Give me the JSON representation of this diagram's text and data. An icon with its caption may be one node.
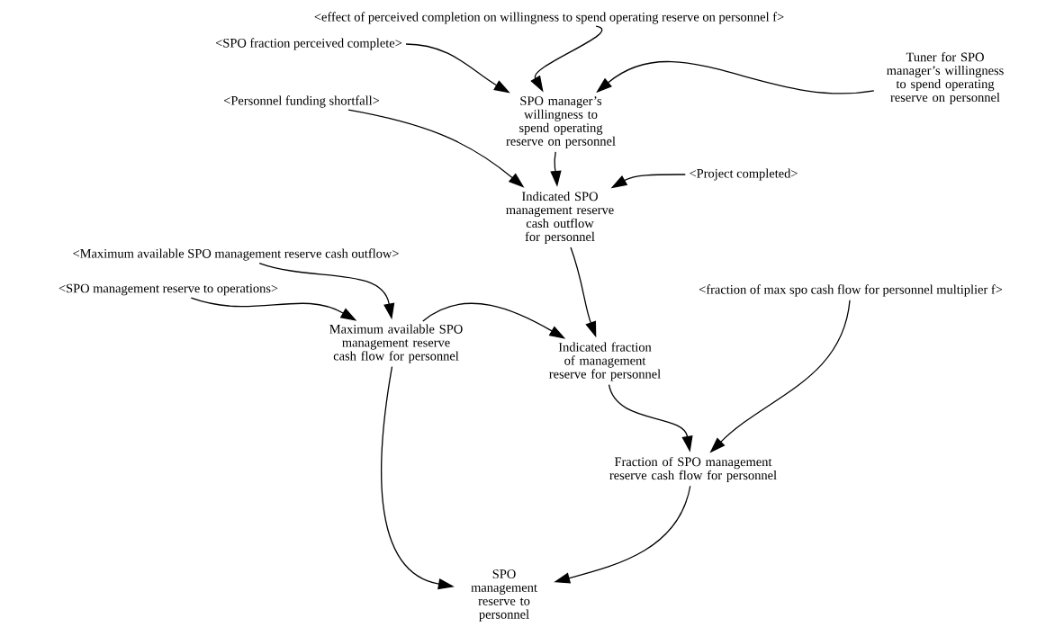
{
  "diagram": {
    "nodes": [
      {
        "text": [
          "<effect of perceived completion on willingness to spend operating reserve on personnel f>"
        ]
      },
      {
        "text": [
          "<SPO fraction perceived complete>"
        ]
      },
      {
        "text": [
          "Tuner for SPO manager’s willingness to spend operating reserve on personnel"
        ]
      },
      {
        "text": [
          "SPO manager’s willingness to spend operating reserve on personnel"
        ]
      },
      {
        "text": [
          "<Personnel funding shortfall>"
        ]
      },
      {
        "text": [
          "<Project completed>"
        ]
      },
      {
        "text": [
          "Indicated SPO management reserve cash outflow for personnel"
        ]
      },
      {
        "text": [
          "<Maximum available SPO management reserve cash outflow>"
        ]
      },
      {
        "text": [
          "<SPO management reserve to operations>"
        ]
      },
      {
        "text": [
          "Maximum available SPO management reserve cash flow for personnel"
        ]
      },
      {
        "text": [
          "Indicated fraction of management reserve for personnel"
        ]
      },
      {
        "text": [
          "<fraction of max spo cash flow for personnel multiplier f>"
        ]
      },
      {
        "text": [
          "Fraction of SPO management reserve cash flow for personnel"
        ]
      },
      {
        "text": [
          "SPO management reserve to personnel"
        ]
      }
    ],
    "edges": [
      {
        "from": 0,
        "to": 3,
        "arrow": "to"
      },
      {
        "from": 1,
        "to": 3,
        "arrow": "to"
      },
      {
        "from": 2,
        "to": 3,
        "arrow": "to"
      },
      {
        "from": 3,
        "to": 6,
        "arrow": "to"
      },
      {
        "from": 4,
        "to": 6,
        "arrow": "to"
      },
      {
        "from": 5,
        "to": 6,
        "arrow": "to"
      },
      {
        "from": 7,
        "to": 9,
        "arrow": "to"
      },
      {
        "from": 8,
        "to": 9,
        "arrow": "to"
      },
      {
        "from": 6,
        "to": 10,
        "arrow": "to"
      },
      {
        "from": 9,
        "to": 10,
        "arrow": "to"
      },
      {
        "from": 11,
        "to": 12,
        "arrow": "to"
      },
      {
        "from": 10,
        "to": 12,
        "arrow": "to"
      },
      {
        "from": 9,
        "to": 13,
        "arrow": "to"
      },
      {
        "from": 12,
        "to": 13,
        "arrow": "to"
      }
    ]
  }
}
